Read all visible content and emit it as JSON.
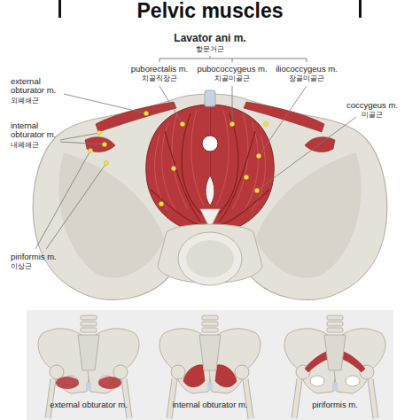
{
  "diagram": {
    "title": "Pelvic muscles",
    "labels": [
      "Lavator ani m.",
      "항문거근",
      "puborectalis m.",
      "치골직장근",
      "pubococcygeus m.",
      "치골미골근",
      "iliococcygeus m.",
      "장골미골근",
      "external obturator m.",
      "외폐쇄근",
      "internal obturator m.",
      "내폐쇄근",
      "coccygeus m.",
      "미골근",
      "piriformis m.",
      "이상근",
      "external obturator m.",
      "internal obturator m.",
      "piriformis m."
    ]
  }
}
